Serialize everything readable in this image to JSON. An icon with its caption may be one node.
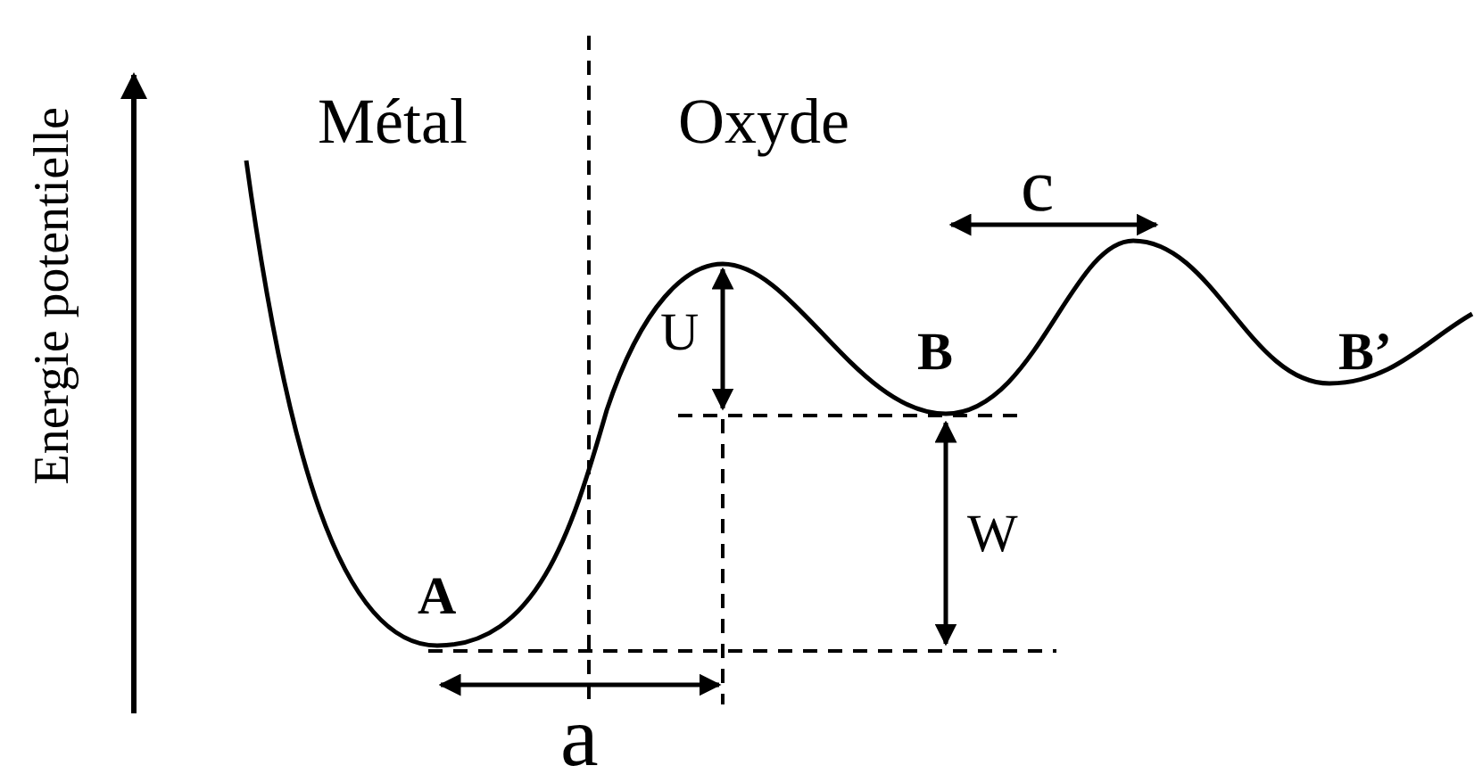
{
  "diagram": {
    "labels": [
      "Energie potentielle",
      "Métal",
      "Oxyde",
      "c",
      "U",
      "B",
      "B’",
      "W",
      "A",
      "a"
    ]
  }
}
